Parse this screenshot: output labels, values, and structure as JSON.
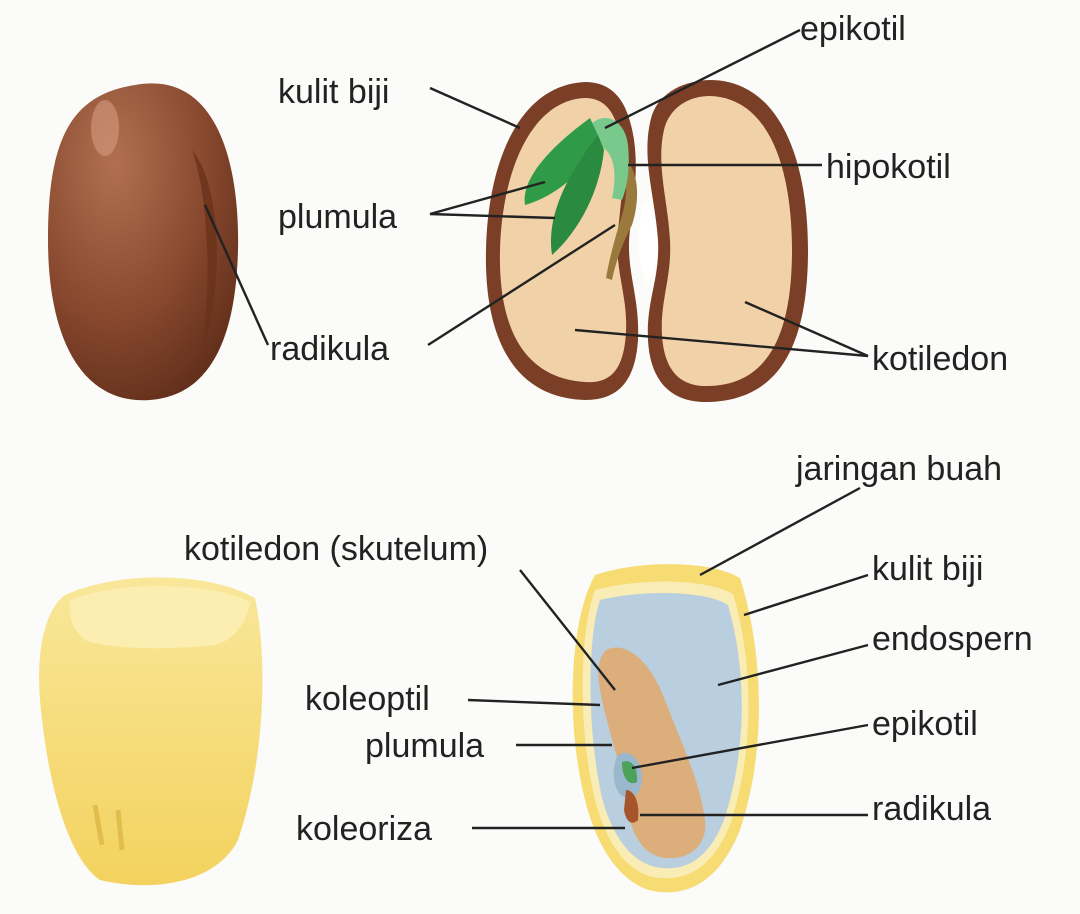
{
  "bean_labels": {
    "kulit_biji": "kulit biji",
    "plumula": "plumula",
    "radikula": "radikula",
    "epikotil": "epikotil",
    "hipokotil": "hipokotil",
    "kotiledon": "kotiledon"
  },
  "corn_labels": {
    "jaringan_buah": "jaringan buah",
    "kotiledon_skutelum": "kotiledon (skutelum)",
    "kulit_biji": "kulit biji",
    "endosperm": "endospern",
    "koleoptil": "koleoptil",
    "epikotil": "epikotil",
    "plumula": "plumula",
    "radikula": "radikula",
    "koleoriza": "koleoriza"
  },
  "colors": {
    "bean_coat": "#7a3f26",
    "bean_cotyledon": "#f1d2a8",
    "plumule_green": "#2f9a48",
    "epicotyl_green": "#79c98c",
    "corn_yellow": "#f6dc73",
    "corn_endosperm": "#b9cfe0",
    "corn_embryo": "#dcae7c"
  }
}
